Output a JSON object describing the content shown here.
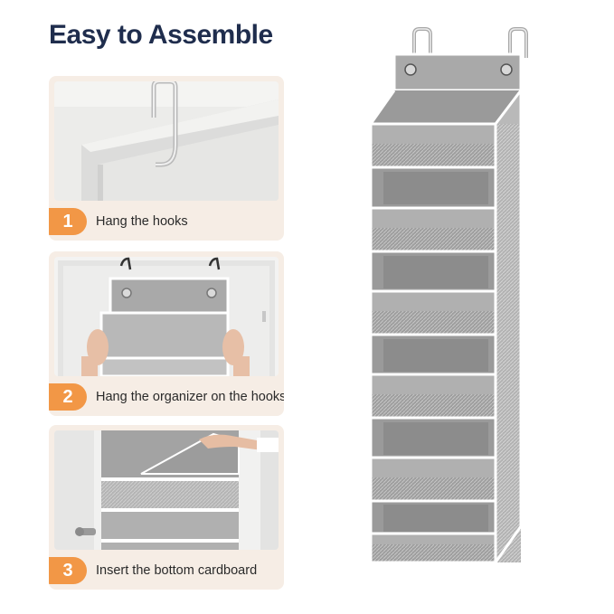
{
  "title": "Easy to Assemble",
  "steps": [
    {
      "number": "1",
      "label": "Hang the hooks",
      "image_icon": "door-hook-photo"
    },
    {
      "number": "2",
      "label": "Hang the organizer on the hooks",
      "image_icon": "hanging-organizer-photo"
    },
    {
      "number": "3",
      "label": "Insert the bottom cardboard",
      "image_icon": "insert-cardboard-photo"
    }
  ],
  "product_image": "over-door-organizer-photo",
  "colors": {
    "title": "#1f2d4d",
    "accent": "#f29746",
    "card_background": "#f6ede5",
    "fabric_gray": "#a6a6a6",
    "trim_white": "#ffffff"
  }
}
